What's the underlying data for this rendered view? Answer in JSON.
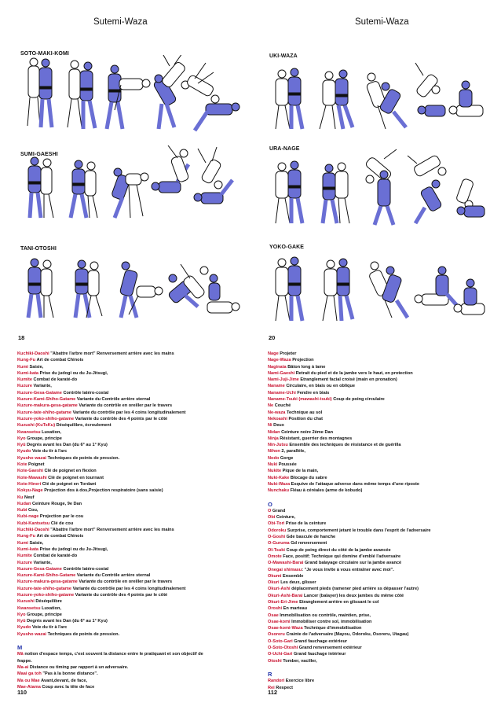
{
  "top_left": {
    "title": "Sutemi-Waza",
    "techniques": [
      "SOTO-MAKI-KOMI",
      "SUMI-GAESHI",
      "TANI-OTOSHI"
    ],
    "page_number": "18"
  },
  "top_right": {
    "title": "Sutemi-Waza",
    "techniques": [
      "UKI-WAZA",
      "URA-NAGE",
      "YOKO-GAKE"
    ],
    "page_number": "20"
  },
  "colors": {
    "judogi_blue": "#6a6fd4",
    "judogi_white": "#ffffff",
    "term_red": "#c8102e",
    "letter_blue": "#2233aa"
  },
  "glossary_left": {
    "page_number": "110",
    "entries": [
      {
        "term": "Kuchiki-Daoshi",
        "def": "\"Abattre l'arbre mort\" Renversement arrière avec les mains"
      },
      {
        "term": "Kung-Fu",
        "def": "Art de combat Chinois"
      },
      {
        "term": "Kumi",
        "def": "Saisie,"
      },
      {
        "term": "Kumi-kata",
        "def": "Prise du judogi ou du Ju-Jitsugi,"
      },
      {
        "term": "Kumite",
        "def": "Combat de karaté-do"
      },
      {
        "term": "Kuzure",
        "def": "Variante,"
      },
      {
        "term": "Kuzure-Gesa-Gatame",
        "def": "Contrôle latéro-costal"
      },
      {
        "term": "Kuzure-Kami-Shiho-Gatame",
        "def": "Variante du Contrôle arrière sternal"
      },
      {
        "term": "Kuzure-makura-gesa-gatame",
        "def": "Variante du contrôle en oreiller par le travers"
      },
      {
        "term": "Kuzure-tate-shiho-gatame",
        "def": "Variante du contrôle par les 4 coins longitudinalement"
      },
      {
        "term": "Kuzure-yoko-shiho-gatame",
        "def": "Variante du contrôle des 4 points par le côté"
      },
      {
        "term": "Kuzushi (KuTsKu)",
        "def": "Déséquilibre, écroulement"
      },
      {
        "term": "Kwansetsu",
        "def": "Luxation,"
      },
      {
        "term": "Kyo",
        "def": "Groupe, principe"
      },
      {
        "term": "Kyû",
        "def": "Degrés avant les Dan (du 6° au 1° Kyu)"
      },
      {
        "term": "Kyudo",
        "def": "Voie du tir à l'arc"
      },
      {
        "term": "Kyusho wazai",
        "def": "Techniques de points de pression."
      },
      {
        "term": "Kote",
        "def": "Poignet"
      },
      {
        "term": "Kote-Gaeshi",
        "def": "Clé de poignet en flexion"
      },
      {
        "term": "Kote-Mawashi",
        "def": "Clé de poignet en tournant"
      },
      {
        "term": "Kote-Hineri",
        "def": "Clé de poignet en Tordant"
      },
      {
        "term": "Kokyu-Nage",
        "def": "Projection dos à dos,Projection respiratoire (sans saisie)"
      },
      {
        "term": "Ku",
        "def": "Neuf"
      },
      {
        "term": "Kudan",
        "def": "Ceinture Rouge, 9e Dan"
      },
      {
        "term": "Kubi",
        "def": "Cou,"
      },
      {
        "term": "Kubi-nage",
        "def": "Projection par le cou"
      },
      {
        "term": "Kubi-Kantsetsu",
        "def": "Clé de cou"
      },
      {
        "term": "Kuchiki-Daoshi",
        "def": "\"Abattre l'arbre mort\" Renversement arrière avec les mains"
      },
      {
        "term": "Kung-Fu",
        "def": "Art de combat Chinois"
      },
      {
        "term": "Kumi",
        "def": "Saisie,"
      },
      {
        "term": "Kumi-kata",
        "def": "Prise du judogi ou du Ju-Jitsugi,"
      },
      {
        "term": "Kumite",
        "def": "Combat de karaté-do"
      },
      {
        "term": "Kuzure",
        "def": "Variante,"
      },
      {
        "term": "Kuzure-Gesa-Gatame",
        "def": "Contrôle latéro-costal"
      },
      {
        "term": "Kuzure-Kami-Shiho-Gatame",
        "def": "Variante du Contrôle arrière sternal"
      },
      {
        "term": "Kuzure-makura-gesa-gatame",
        "def": "Variante du contrôle en oreiller par le travers"
      },
      {
        "term": "Kuzure-tate-shiho-gatame",
        "def": "Variante du contrôle par les 4 coins longitudinalement"
      },
      {
        "term": "Kuzure-yoko-shiho-gatame",
        "def": "Variante du contrôle des 4 points par le côté"
      },
      {
        "term": "Kuzushi",
        "def": "Déséquilibre"
      },
      {
        "term": "Kwansetsu",
        "def": "Luxation,"
      },
      {
        "term": "Kyo",
        "def": "Groupe, principe"
      },
      {
        "term": "Kyû",
        "def": "Degrés avant les Dan (du 6° au 1° Kyu)"
      },
      {
        "term": "Kyudo",
        "def": "Voie du tir à l'arc"
      },
      {
        "term": "Kyusho wazai",
        "def": "Techniques de points de pression."
      }
    ],
    "section_letter": "M",
    "m_entries": [
      {
        "term": "Mâ",
        "def": "notion d'espace temps, c'est souvent la distance entre le pratiquant et son objectif de"
      },
      {
        "term": "",
        "def": "frappe."
      },
      {
        "term": "Ma-ai",
        "def": "Distance ou timing par rapport à un adversaire."
      },
      {
        "term": "Maai ga toh",
        "def": "\"Pas à la bonne distance\"."
      },
      {
        "term": "Ma ou Mae",
        "def": "Avant,devant, de face,"
      },
      {
        "term": "Mae-Atama",
        "def": "Coup avec la tête de face"
      }
    ]
  },
  "glossary_right": {
    "page_number": "112",
    "n_entries": [
      {
        "term": "Nage",
        "def": "Projeter"
      },
      {
        "term": "Nage-Waza",
        "def": "Projection"
      },
      {
        "term": "Naginata",
        "def": "Bâton long à lame"
      },
      {
        "term": "Nami-Gaeshi",
        "def": "Retrait du pied et de la jambe vers le haut, en protection"
      },
      {
        "term": "Nami-Juji-Jime",
        "def": "Etranglement facial croisé (main en pronation)"
      },
      {
        "term": "Naname",
        "def": "Circulaire, en biais ou en oblique"
      },
      {
        "term": "Naname-Uchi",
        "def": "Fendre en biais"
      },
      {
        "term": "Naname-Tsuki (mawashi-tsuki)",
        "def": "Coup de poing circulaire"
      },
      {
        "term": "Ne",
        "def": "Couché"
      },
      {
        "term": "Ne-waza",
        "def": "Technique au sol"
      },
      {
        "term": "Nekoashi",
        "def": "Position du chat"
      },
      {
        "term": "Ni",
        "def": "Deux"
      },
      {
        "term": "Nidan",
        "def": "Ceinture noire 2ème Dan"
      },
      {
        "term": "Ninja",
        "def": "Résistant, guerrier des montagnes"
      },
      {
        "term": "Nin-Jutsu",
        "def": "Ensemble des techniques de résistance et de guérilla"
      },
      {
        "term": "Nihon",
        "def": "2, parallèle,"
      },
      {
        "term": "Nodo",
        "def": "Gorge"
      },
      {
        "term": "Nuki",
        "def": "Poussée"
      },
      {
        "term": "Nukite",
        "def": "Pique de la main,"
      },
      {
        "term": "Nuki-Kake",
        "def": "Blocage du sabre"
      },
      {
        "term": "Nuki-Waza",
        "def": "Esquive de l'attaque adverse dans même temps d'une riposte"
      },
      {
        "term": "Nunchaku",
        "def": "Fléau à céréales (arme de kobudo)"
      }
    ],
    "o_letter": "O",
    "o_entries": [
      {
        "term": "O",
        "def": "Grand"
      },
      {
        "term": "Obi",
        "def": "Ceinture,"
      },
      {
        "term": "Obi-Tori",
        "def": "Prise de la ceinture"
      },
      {
        "term": "Odoroku",
        "def": "Surprise, comportement jetant le trouble dans l'esprit de l'adversaire"
      },
      {
        "term": "O-Goshi",
        "def": "Gde bascule de hanche"
      },
      {
        "term": "O-Guruma",
        "def": "Gd renversement"
      },
      {
        "term": "OI-Tsuki",
        "def": "Coup de poing direct du côté de la jambe avancée"
      },
      {
        "term": "Omote",
        "def": "Face, positif; Technique qui domine d'emblé l'adversaire"
      },
      {
        "term": "O-Mawashi-Barai",
        "def": "Grand balayage circulaire sur la jambe avancé"
      },
      {
        "term": "Onegai shimasu",
        "def": ": \"Je vous invite à vous entraîner avec moi\"."
      },
      {
        "term": "Okumi",
        "def": "Ensemble"
      },
      {
        "term": "Okuri",
        "def": "Les deux, glisser"
      },
      {
        "term": "Okuri-Ashi",
        "def": "déplacement pieds (ramener pied arrière ss dépasser l'autre)"
      },
      {
        "term": "Okuri-Ashi-Barai",
        "def": "Lancer (balayer) les deux jambes du même côté"
      },
      {
        "term": "Okuri-Eri-Jime",
        "def": "Etranglement arrière en glissant le col"
      },
      {
        "term": "Oroshi",
        "def": "En marteau"
      },
      {
        "term": "Osae",
        "def": "Immobilisation ou contrôle, maintien, prise,"
      },
      {
        "term": "Osae-komi",
        "def": "Immobiliser contre sol, immobilisation"
      },
      {
        "term": "Osae-komi-Waza",
        "def": "Technique d'immobilisation"
      },
      {
        "term": "Osoreru",
        "def": "Crainte de l'adversaire (Mayou, Odoroku, Osoreru, Utagau)"
      },
      {
        "term": "O-Soto-Gari",
        "def": "Grand fauchage extérieur"
      },
      {
        "term": "O-Soto-Otoshi",
        "def": "Grand renversement extérieur"
      },
      {
        "term": "O-Uchi-Gari",
        "def": "Grand fauchage intérieur"
      },
      {
        "term": "Otoshi",
        "def": "Tomber, vaciller,"
      }
    ],
    "r_letter": "R",
    "r_entries": [
      {
        "term": "Randori",
        "def": "Exercice libre"
      },
      {
        "term": "Rei",
        "def": "Respect"
      }
    ]
  }
}
